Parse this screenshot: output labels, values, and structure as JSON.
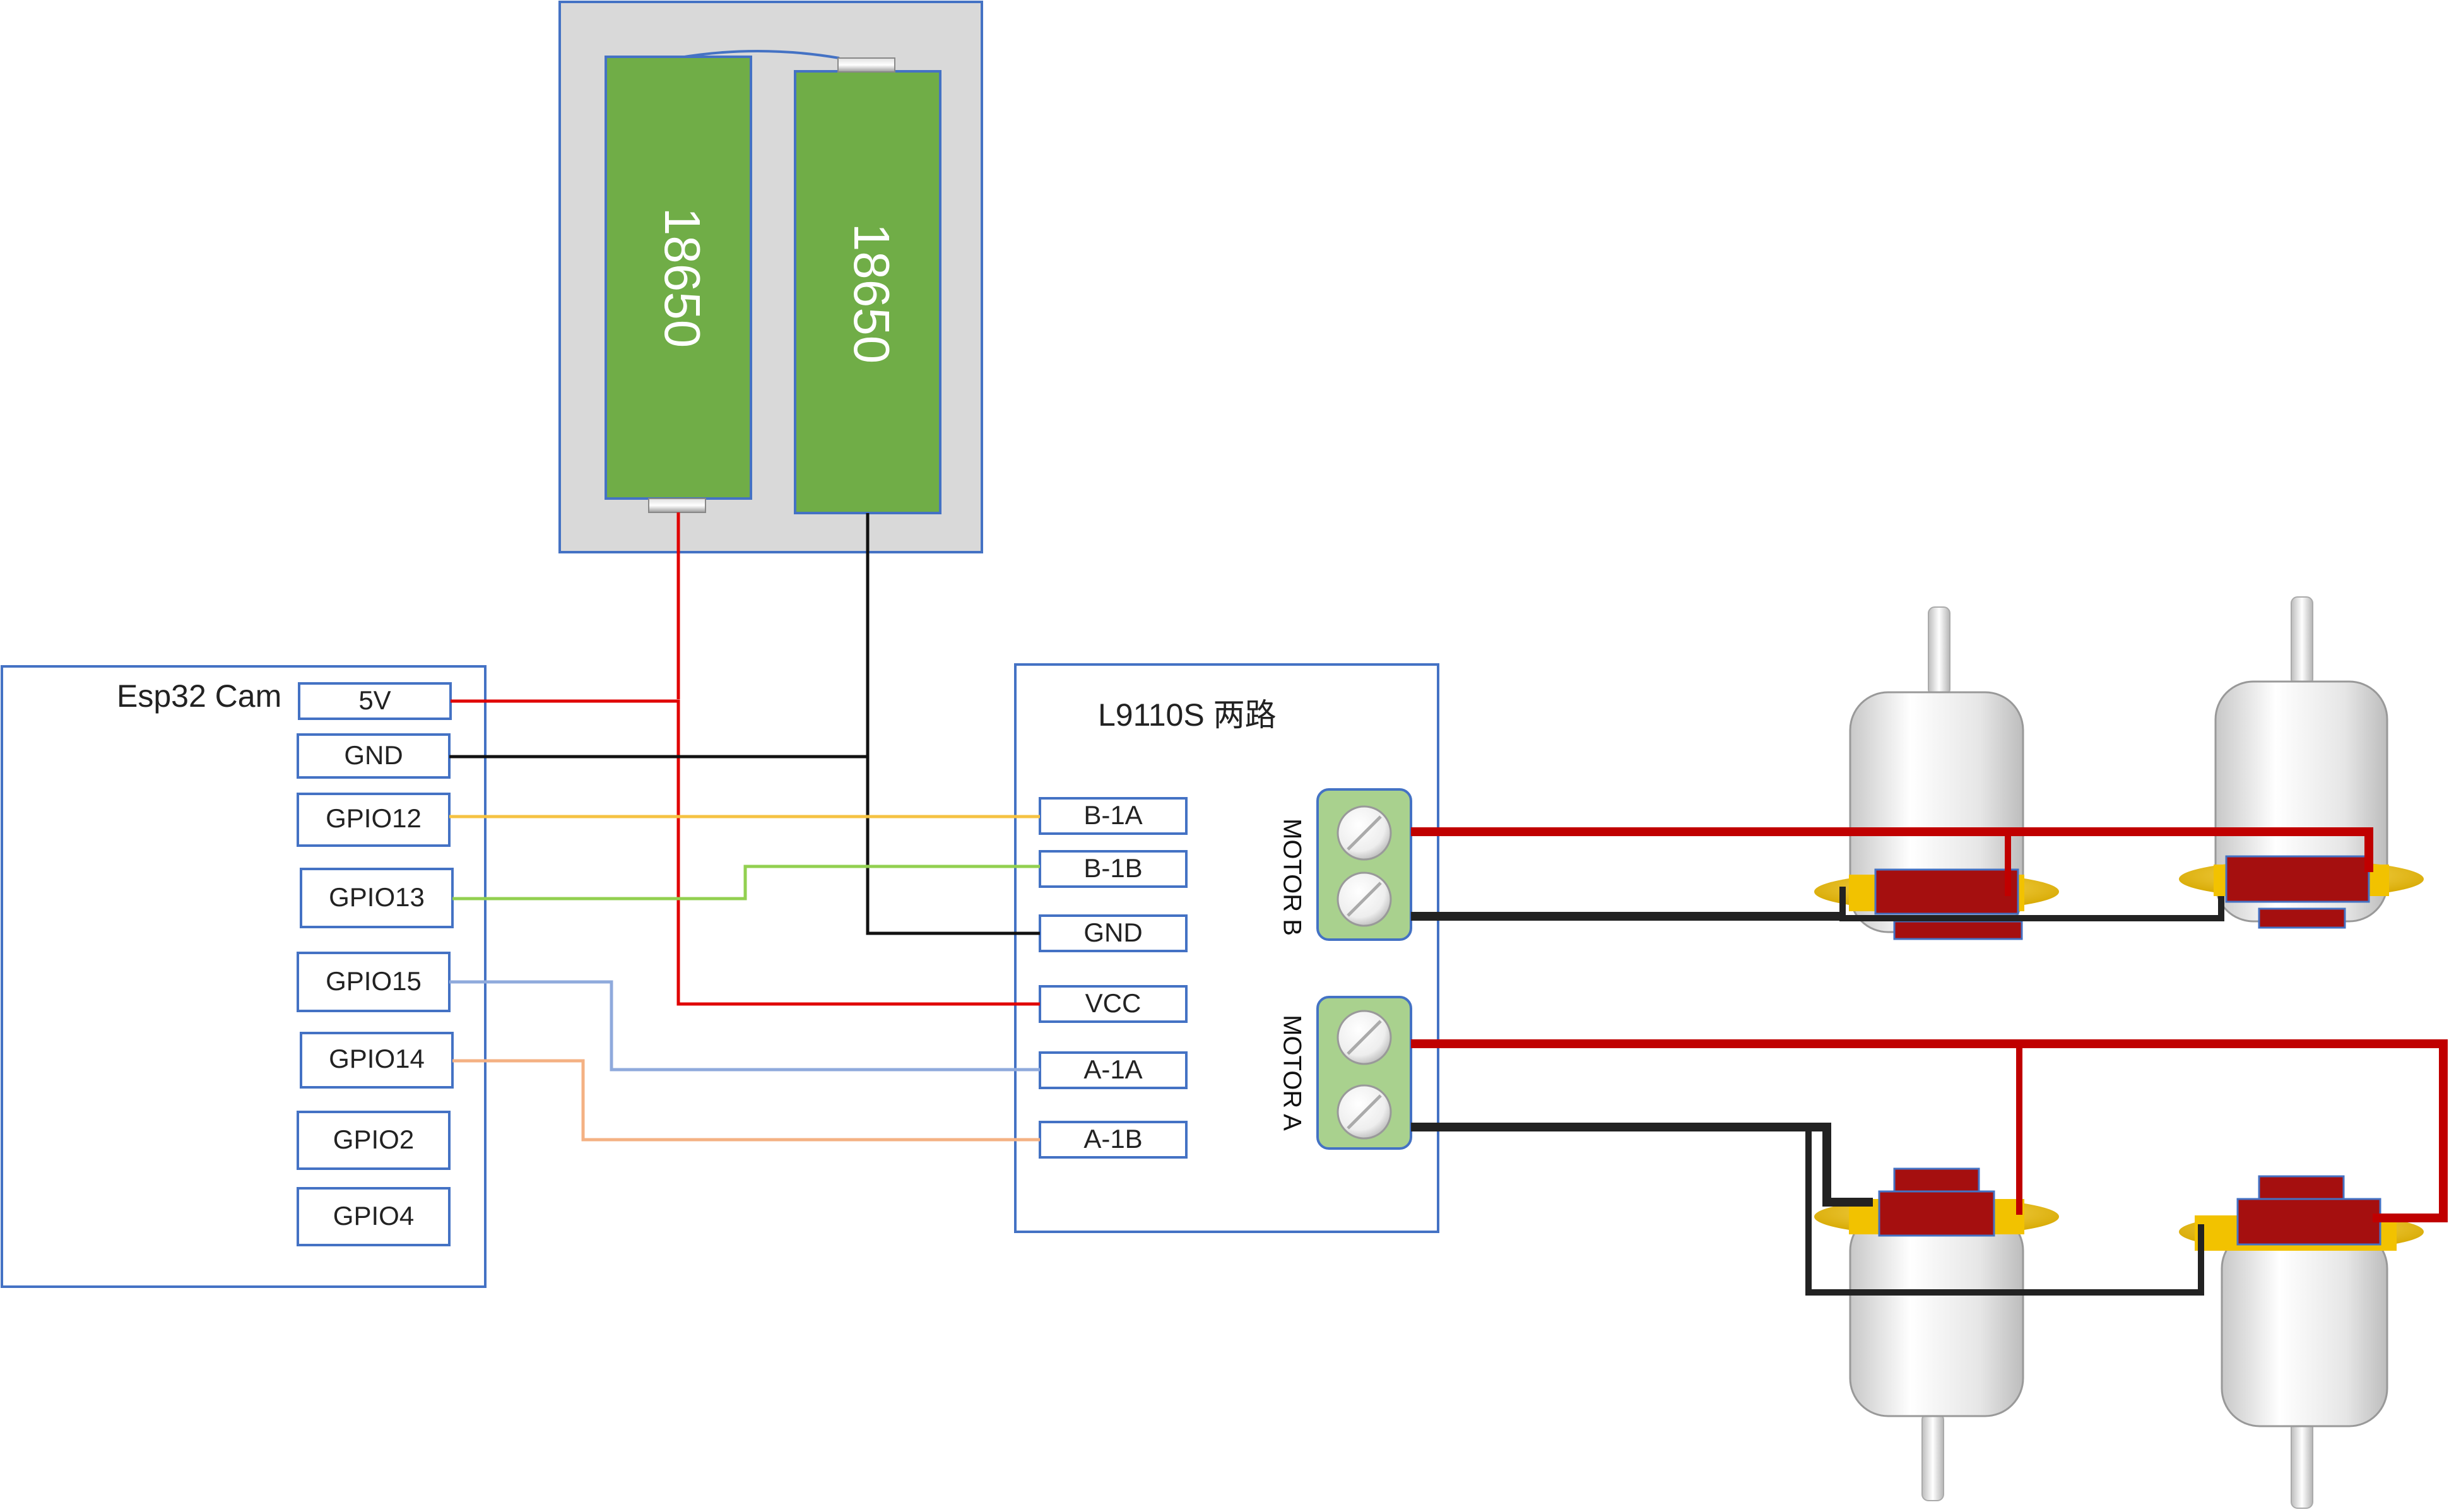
{
  "colors": {
    "box_border": "#4472c4",
    "battery_green": "#70ad47",
    "battery_holder": "#d9d9d9",
    "wire_red": "#e00000",
    "wire_black": "#111111",
    "wire_yellow": "#f5c242",
    "wire_green": "#92d050",
    "wire_blue": "#8faadc",
    "wire_orange": "#f4b183",
    "terminal_green": "#a9d18e",
    "motor_red": "#a50f0f",
    "motor_gold": "#f2c200"
  },
  "battery": {
    "cell1_label": "18650",
    "cell2_label": "18650"
  },
  "esp32": {
    "title": "Esp32 Cam",
    "pins": [
      "5V",
      "GND",
      "GPIO12",
      "GPIO13",
      "GPIO15",
      "GPIO14",
      "GPIO2",
      "GPIO4"
    ]
  },
  "driver": {
    "title": "L9110S 两路",
    "pins": [
      "B-1A",
      "B-1B",
      "GND",
      "VCC",
      "A-1A",
      "A-1B"
    ],
    "motor_b_label": "MOTOR B",
    "motor_a_label": "MOTOR A"
  },
  "connections": [
    {
      "from": "5V",
      "to": "VCC",
      "color": "red"
    },
    {
      "from": "GND",
      "to": "GND",
      "color": "black"
    },
    {
      "from": "GPIO12",
      "to": "B-1A",
      "color": "yellow"
    },
    {
      "from": "GPIO13",
      "to": "B-1B",
      "color": "green"
    },
    {
      "from": "GPIO15",
      "to": "A-1A",
      "color": "blue"
    },
    {
      "from": "GPIO14",
      "to": "A-1B",
      "color": "orange"
    }
  ]
}
